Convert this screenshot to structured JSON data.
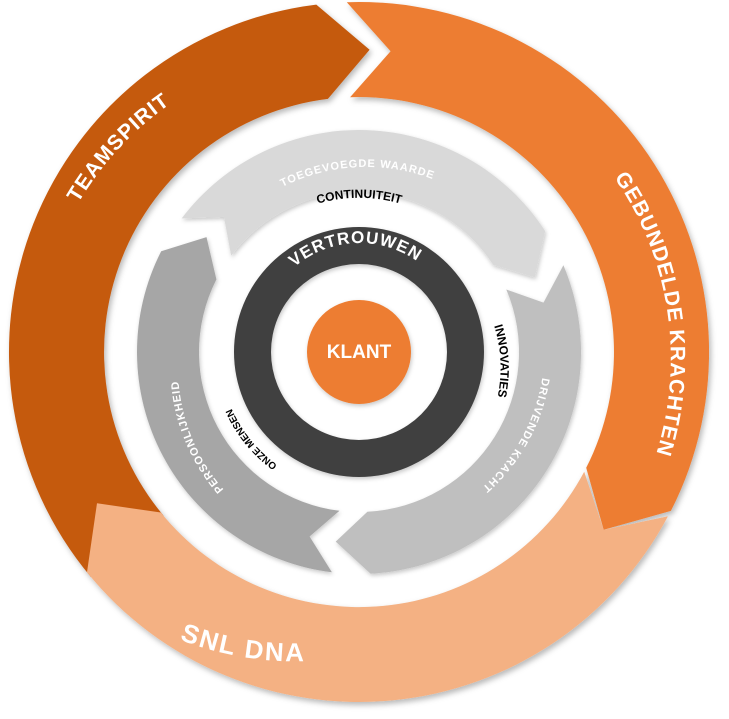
{
  "outer_ring": [
    {
      "label": "TEAMSPIRIT",
      "color": "#ED7D31"
    },
    {
      "label": "GEBUNDELDE KRACHTEN",
      "color": "#F4B183"
    },
    {
      "label": "SNL DNA",
      "color": "#C55A11"
    }
  ],
  "middle_ring": [
    {
      "label": "TOEGEVOEGDE WAARDE",
      "color": "#D9D9D9"
    },
    {
      "label": "DRIJVENDE KRACHT",
      "color": "#BFBFBF"
    },
    {
      "label": "PERSOONLIJKHEID",
      "color": "#A6A6A6"
    }
  ],
  "inner_ring": {
    "color": "#404040",
    "labels": [
      "VERTROUWEN"
    ]
  },
  "spacer_labels": [
    "CONTINUITEIT",
    "INNOVATIES",
    "ONZE MENSEN"
  ],
  "center": {
    "label": "KLANT",
    "color": "#ED7D31"
  }
}
